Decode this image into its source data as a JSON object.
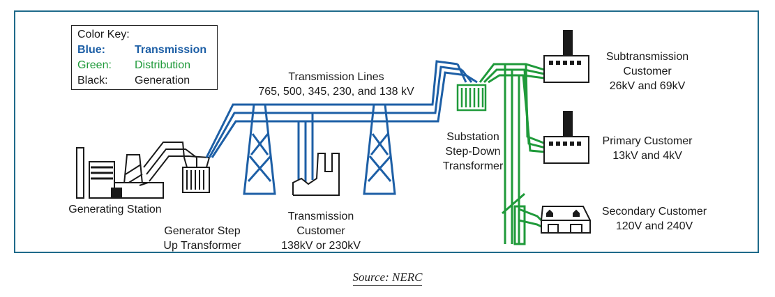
{
  "color_key": {
    "title": "Color Key:",
    "rows": [
      {
        "name": "Blue:",
        "meaning": "Transmission"
      },
      {
        "name": "Green:",
        "meaning": "Distribution"
      },
      {
        "name": "Black:",
        "meaning": "Generation"
      }
    ]
  },
  "colors": {
    "transmission": "#1d5fa6",
    "distribution": "#1f9a3a",
    "generation": "#1a1a1a",
    "frame": "#1f6a8a"
  },
  "labels": {
    "transmission_lines": [
      "Transmission Lines",
      "765, 500, 345, 230, and 138 kV"
    ],
    "generating_station": "Generating Station",
    "generator_transformer": [
      "Generator Step",
      "Up Transformer"
    ],
    "transmission_customer": [
      "Transmission",
      "Customer",
      "138kV or 230kV"
    ],
    "substation": [
      "Substation",
      "Step-Down",
      "Transformer"
    ],
    "subtransmission_customer": [
      "Subtransmission",
      "Customer",
      "26kV and 69kV"
    ],
    "primary_customer": [
      "Primary Customer",
      "13kV and 4kV"
    ],
    "secondary_customer": [
      "Secondary Customer",
      "120V and 240V"
    ]
  },
  "source": "Source: NERC"
}
